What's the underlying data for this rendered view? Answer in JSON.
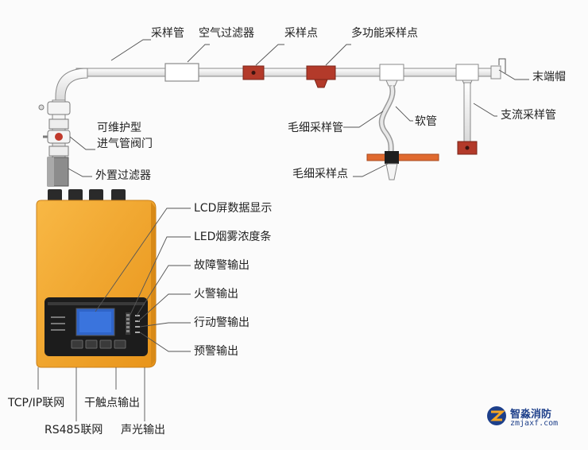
{
  "labels": {
    "sampling_pipe": "采样管",
    "air_filter": "空气过滤器",
    "sampling_point": "采样点",
    "multi_sampling_point": "多功能采样点",
    "end_cap": "末端帽",
    "hose": "软管",
    "capillary_pipe": "毛细采样管",
    "branch_pipe": "支流采样管",
    "capillary_point": "毛细采样点",
    "valve_line1": "可维护型",
    "valve_line2": "进气管阀门",
    "external_filter": "外置过滤器",
    "lcd_display": "LCD屏数据显示",
    "led_bar": "LED烟雾浓度条",
    "fault_output": "故障警输出",
    "fire_output": "火警输出",
    "action_output": "行动警输出",
    "prealarm_output": "预警输出",
    "tcpip": "TCP/IP联网",
    "dry_contact": "干触点输出",
    "rs485": "RS485联网",
    "sound_light": "声光输出"
  },
  "colors": {
    "device_body": "#f5a623",
    "pipe_fill": "#f0f0f0",
    "pipe_stroke": "#8a8a8a",
    "sampling_point": "#b33a2a",
    "orange_plate": "#e06a2f",
    "leader": "#555555",
    "logo": "#1d3f8a"
  },
  "logo": {
    "name": "智淼消防",
    "url": "zmjaxf.com"
  }
}
